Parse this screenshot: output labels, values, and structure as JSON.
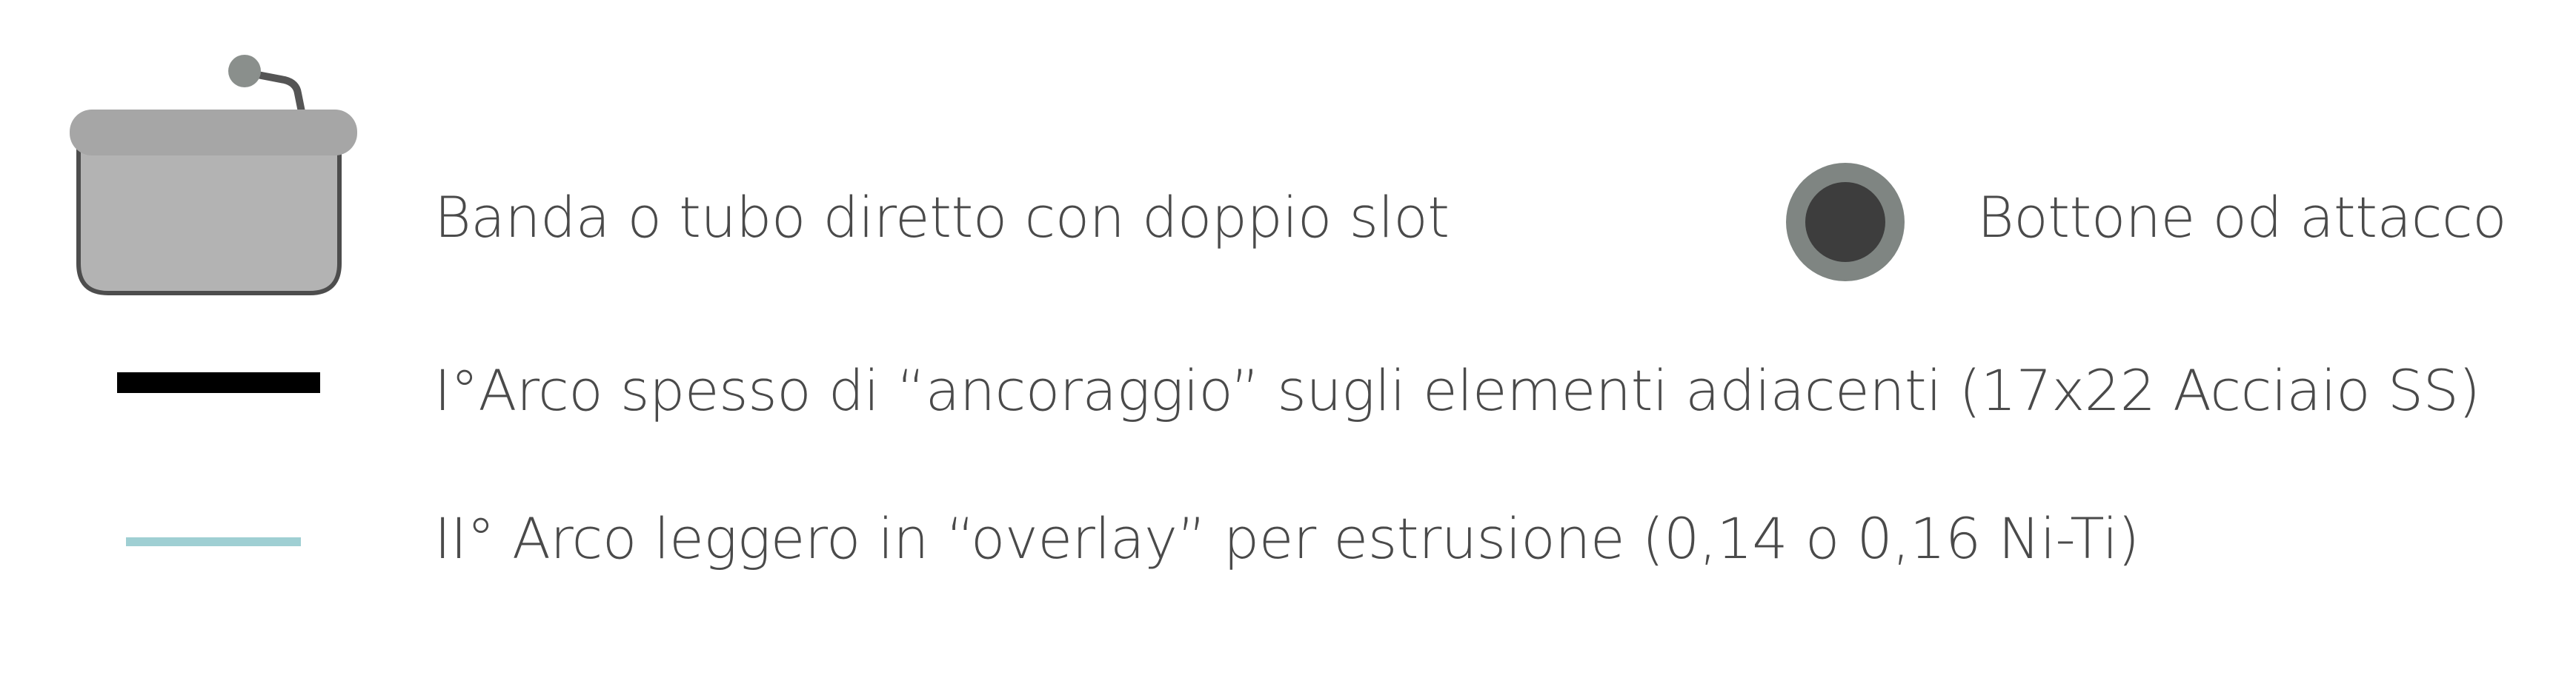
{
  "legend": {
    "items": [
      {
        "id": "band",
        "label": "Banda o tubo diretto con doppio slot",
        "icon": "band-tube-icon",
        "colors": {
          "body": "#b3b3b3",
          "outline": "#4d4d4d",
          "cap": "#a6a6a6",
          "knob": "#8a8f8c"
        }
      },
      {
        "id": "button",
        "label": "Bottone od attacco",
        "icon": "button-attachment-icon",
        "colors": {
          "outer": "#7f8582",
          "inner": "#3d3d3d"
        }
      },
      {
        "id": "arch1",
        "label": "I°Arco spesso di “ancoraggio” sugli elementi adiacenti (17x22 Acciaio SS)",
        "icon": "thick-wire-icon",
        "colors": {
          "line": "#000000"
        }
      },
      {
        "id": "arch2",
        "label": "II° Arco leggero in “overlay” per estrusione (0,14 o 0,16 Ni-Ti)",
        "icon": "light-wire-icon",
        "colors": {
          "line": "#9fcfd3"
        }
      }
    ]
  }
}
